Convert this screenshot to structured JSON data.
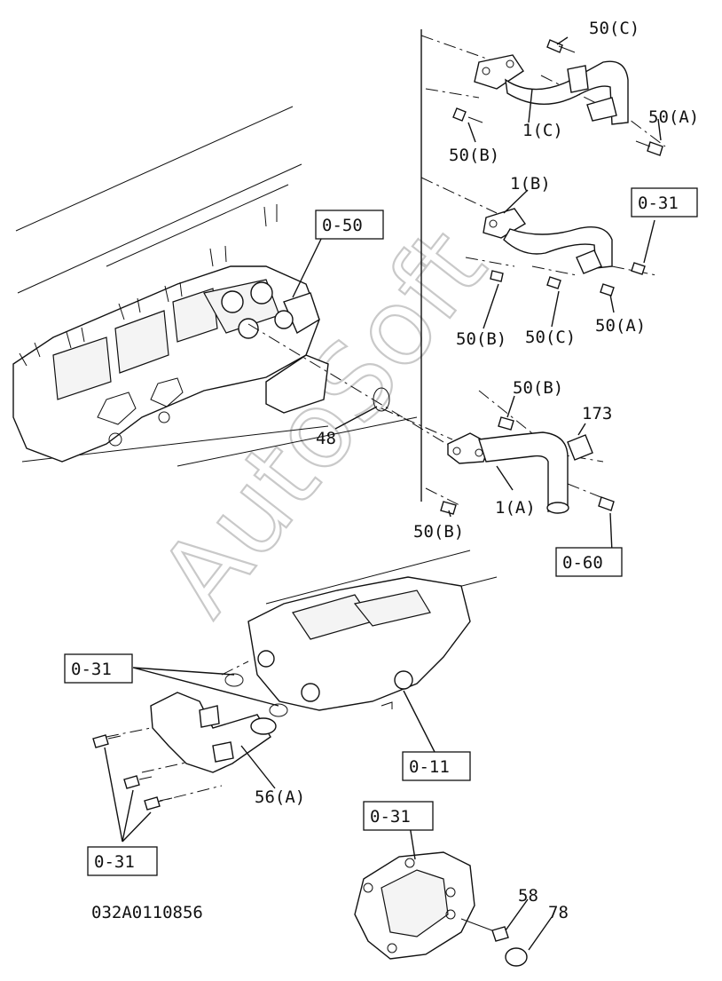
{
  "watermark": "AutoSoft",
  "drawing_code": "032A0110856",
  "labels": {
    "pipe_1c_bolt_top": "50(C)",
    "pipe_1c_bolt_right": "50(A)",
    "pipe_1c_bolt_left": "50(B)",
    "pipe_1c": "1(C)",
    "pipe_1b": "1(B)",
    "pipe_1b_ref": "0-31",
    "pipe_1b_bolt_left": "50(B)",
    "pipe_1b_bolt_mid": "50(C)",
    "pipe_1b_bolt_right": "50(A)",
    "manifold_ref": "0-50",
    "gasket": "48",
    "pipe_1a_bolt_top": "50(B)",
    "stud": "173",
    "pipe_1a": "1(A)",
    "pipe_1a_bolt_bottom": "50(B)",
    "pipe_1a_ref": "0-60",
    "oring_ref": "0-31",
    "block_ref": "0-11",
    "elbow": "56(A)",
    "elbow_bolts_ref": "0-31",
    "housing_ref": "0-31",
    "hose": "58",
    "clip": "78"
  }
}
